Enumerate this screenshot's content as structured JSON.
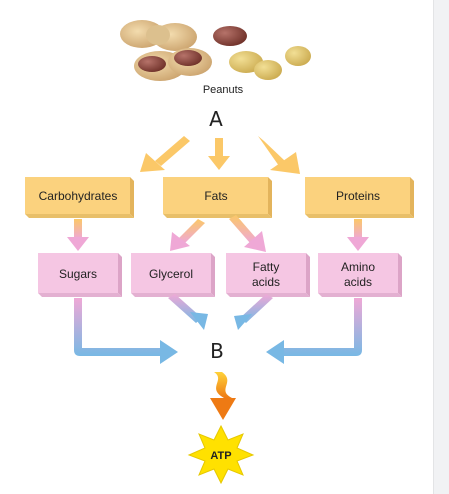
{
  "image_label": "Peanuts",
  "marker_top": "A",
  "marker_bottom": "B",
  "nutrients": {
    "carbohydrates": "Carbohydrates",
    "fats": "Fats",
    "proteins": "Proteins"
  },
  "products": {
    "sugars": "Sugars",
    "glycerol": "Glycerol",
    "fatty_acids_line1": "Fatty",
    "fatty_acids_line2": "acids",
    "amino_acids_line1": "Amino",
    "amino_acids_line2": "acids"
  },
  "energy": "ATP",
  "colors": {
    "orange_box": "#fbd27e",
    "orange_arrow": "#fbc868",
    "pink_box": "#f5c6e3",
    "pink_arrow": "#efa8d6",
    "blue_arrow": "#78b8e4",
    "flame": "#f39a1e",
    "atp_star": "#ffe100"
  }
}
